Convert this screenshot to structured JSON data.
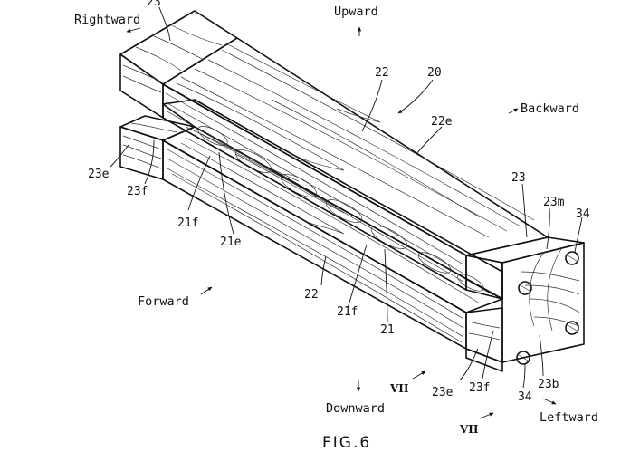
{
  "figure": {
    "caption": "FIG.6",
    "directions": {
      "upward": "Upward",
      "downward": "Downward",
      "rightward": "Rightward",
      "leftward": "Leftward",
      "forward": "Forward",
      "backward": "Backward"
    },
    "section_marks": [
      "VII",
      "VII"
    ],
    "labels": {
      "top_23": "23",
      "upper_22": "22",
      "assembly_20": "20",
      "upper_22e": "22e",
      "left_23e": "23e",
      "left_23f": "23f",
      "left_21f": "21f",
      "mid_21e": "21e",
      "right_23": "23",
      "right_23m": "23m",
      "right_34_top": "34",
      "lower_22": "22",
      "lower_21f": "21f",
      "lower_21": "21",
      "bottom_23e": "23e",
      "bottom_23f": "23f",
      "bottom_34": "34",
      "bottom_23b": "23b"
    }
  }
}
